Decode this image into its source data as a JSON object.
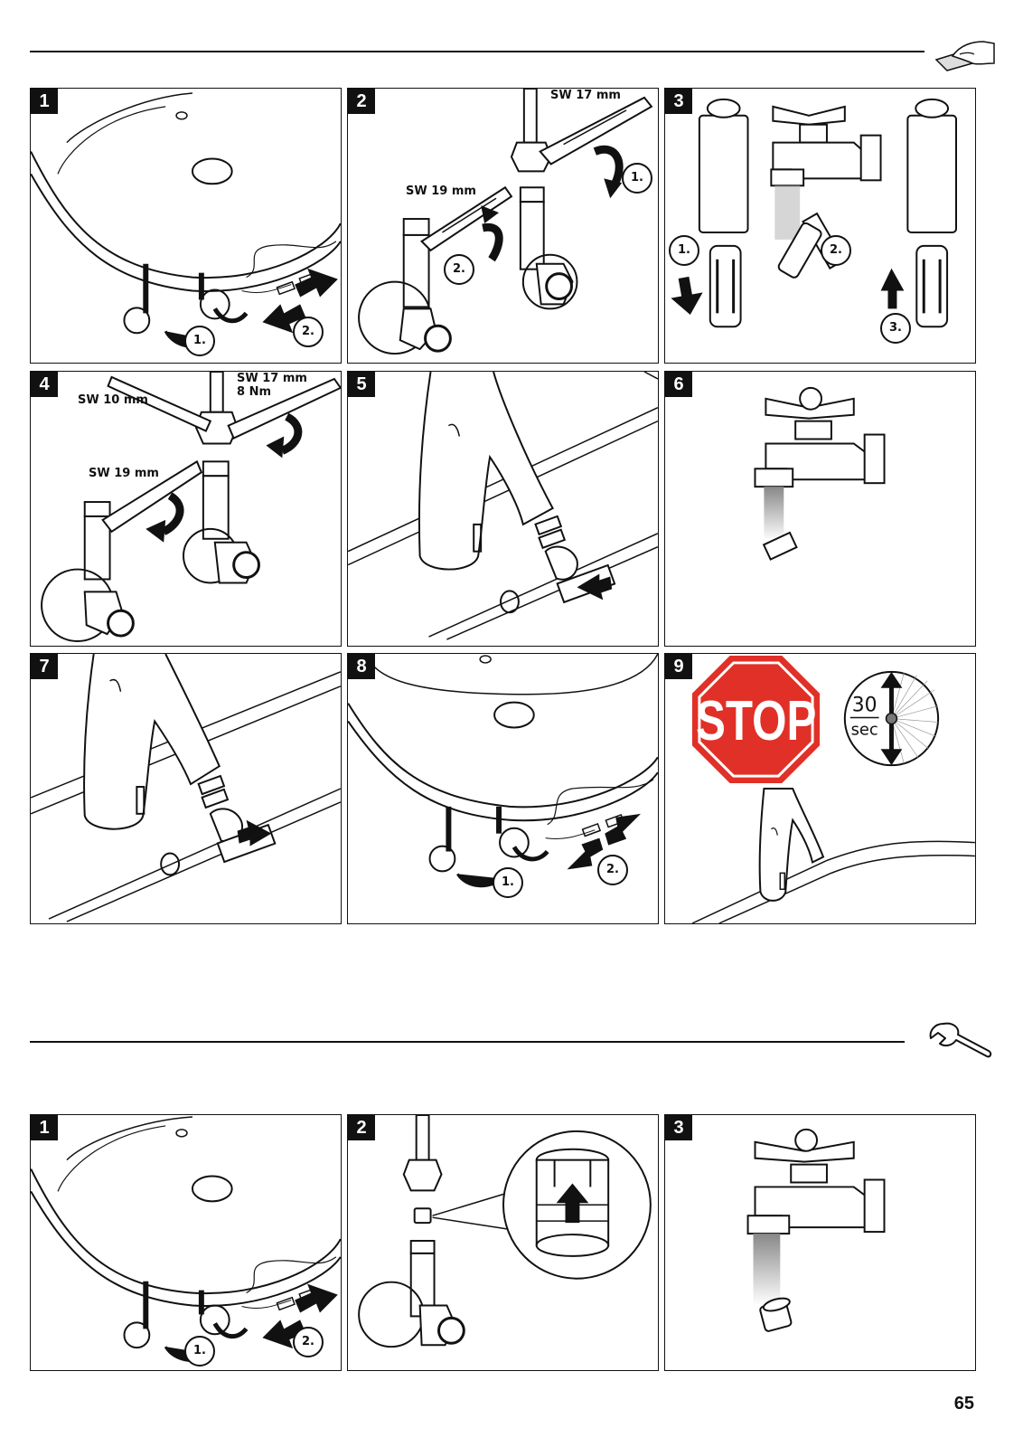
{
  "section1": {
    "panels": [
      {
        "number": "1",
        "steps": [
          "1.",
          "2."
        ]
      },
      {
        "number": "2",
        "labels": [
          "SW 17 mm",
          "SW 19 mm"
        ],
        "steps": [
          "1.",
          "2."
        ]
      },
      {
        "number": "3",
        "steps": [
          "1.",
          "2.",
          "3."
        ]
      },
      {
        "number": "4",
        "labels": [
          "SW 17 mm",
          "8 Nm",
          "SW 10 mm",
          "SW 19 mm"
        ]
      },
      {
        "number": "5"
      },
      {
        "number": "6"
      },
      {
        "number": "7"
      },
      {
        "number": "8",
        "steps": [
          "1.",
          "2."
        ]
      },
      {
        "number": "9",
        "stop_text": "STOP",
        "timer_value": "30",
        "timer_unit": "sec"
      }
    ]
  },
  "section2": {
    "panels": [
      {
        "number": "1",
        "steps": [
          "1.",
          "2."
        ]
      },
      {
        "number": "2"
      },
      {
        "number": "3"
      }
    ]
  },
  "icons": {
    "section1": "hand-cleaning-icon",
    "section2": "wrench-icon"
  },
  "page_number": "65"
}
